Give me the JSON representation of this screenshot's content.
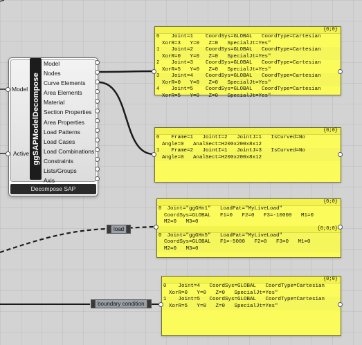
{
  "component": {
    "name": "ggSAPModelDecompose",
    "footer": "Decompose SAP",
    "inputs": [
      "Model",
      "Active"
    ],
    "outputs": [
      "Model",
      "Nodes",
      "Curve Elements",
      "Area Elements",
      "Material",
      "Section Properties",
      "Area Properties",
      "Load Patterns",
      "Load Cases",
      "Load Combinations",
      "Constraints",
      "Lists/Groups",
      "Axis"
    ]
  },
  "panels": {
    "nodes": {
      "path": "{0;0}",
      "rows": [
        {
          "idx": "0",
          "text": "   Joint=1    CoordSys=GLOBAL   CoordType=Cartesian\nXorR=3   Y=0   Z=0   SpecialJt=Yes\""
        },
        {
          "idx": "1",
          "text": "   Joint=2    CoordSys=GLOBAL   CoordType=Cartesian\nXorR=0   Y=0   Z=0   SpecialJt=Yes\""
        },
        {
          "idx": "2",
          "text": "   Joint=3    CoordSys=GLOBAL   CoordType=Cartesian\nXorR=5   Y=0   Z=0   SpecialJt=Yes\""
        },
        {
          "idx": "3",
          "text": "   Joint=4    CoordSys=GLOBAL   CoordType=Cartesian\nXorR=0   Y=0   Z=0   SpecialJt=Yes\""
        },
        {
          "idx": "4",
          "text": "   Joint=5    CoordSys=GLOBAL   CoordType=Cartesian\nXorR=5   Y=0   Z=0   SpecialJt=Yes\""
        }
      ]
    },
    "frames": {
      "path": "{0;0}",
      "rows": [
        {
          "idx": "0",
          "text": "   Frame=1   JointI=2   JointJ=1   IsCurved=No\nAngle=0   AnalSect=H200x200x8x12"
        },
        {
          "idx": "1",
          "text": "   Frame=2   JointI=1   JointJ=3   IsCurved=No\nAngle=0   AnalSect=H200x200x8x12"
        }
      ]
    },
    "loads": {
      "path1": "{0;0}",
      "row1": {
        "idx": "0",
        "text": " Joint=\"ggGHn1\"   LoadPat=\"MyLiveLoad\"\nCoordSys=GLOBAL   F1=0   F2=0   F3=-10000   M1=0\nM2=0   M3=0"
      },
      "path2": "{0;0;0}",
      "row2": {
        "idx": "0",
        "text": " Joint=\"ggGHn5\"   LoadPat=\"MyLiveLoad\"\nCoordSys=GLOBAL   F1=-5000   F2=0   F3=0   M1=0\nM2=0   M3=0"
      }
    },
    "boundary": {
      "path": "{0;0}",
      "rows": [
        {
          "idx": "0",
          "text": "   Joint=4   CoordSys=GLOBAL   CoordType=Cartesian\nXorR=0   Y=0   Z=0   SpecialJt=Yes\""
        },
        {
          "idx": "1",
          "text": "   Joint=5   CoordSys=GLOBAL   CoordType=Cartesian\nXorR=5   Y=0   Z=0   SpecialJt=Yes\""
        }
      ]
    }
  },
  "relays": {
    "load": "load",
    "boundary": "boundary condition"
  },
  "colors": {
    "panel": "#fbfb5c",
    "canvas": "#d3d3d3",
    "wire": "#1a1a1a"
  }
}
